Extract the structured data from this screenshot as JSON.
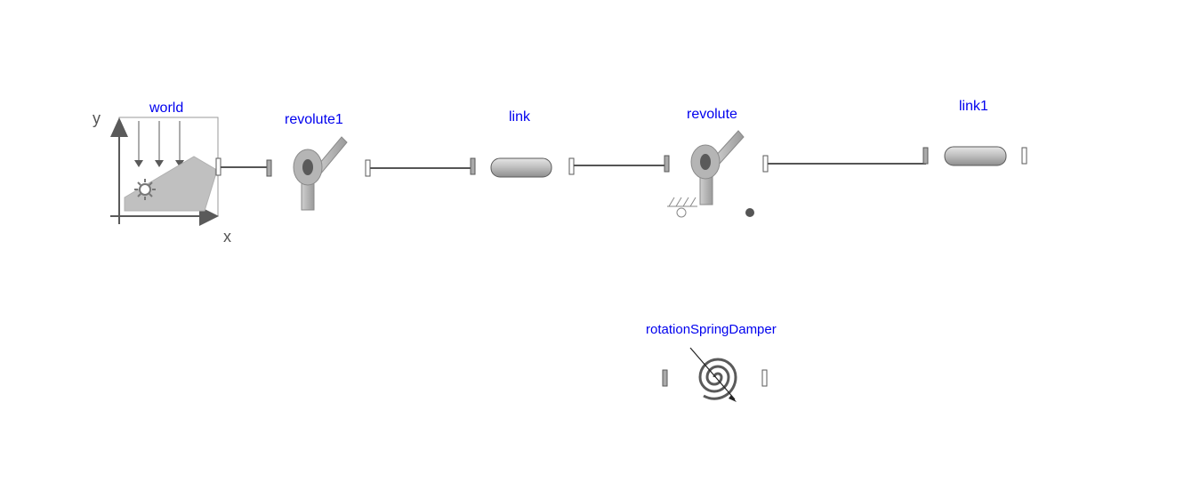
{
  "diagram": {
    "colors": {
      "label": "#0000ee",
      "axis_text": "#555555",
      "body_fill": "#c0c0c0",
      "stroke": "#5a5a5a",
      "connector_fill": "#ffffff",
      "background": "#ffffff"
    },
    "world": {
      "name": "world",
      "axis_x": "x",
      "axis_y": "y"
    },
    "revolute1": {
      "name": "revolute1"
    },
    "link": {
      "name": "link"
    },
    "revolute": {
      "name": "revolute"
    },
    "link1": {
      "name": "link1"
    },
    "rotationSpringDamper": {
      "name": "rotationSpringDamper"
    }
  }
}
